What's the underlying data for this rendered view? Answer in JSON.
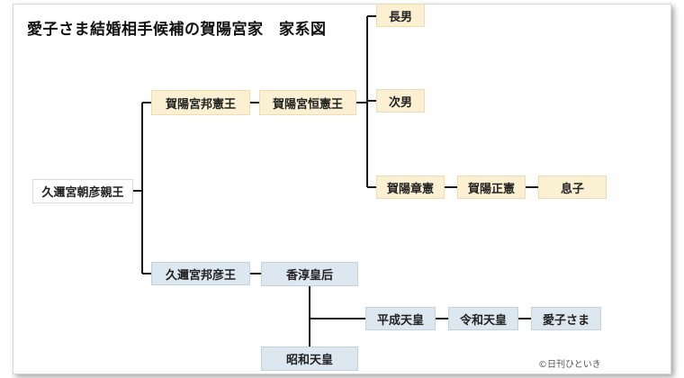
{
  "title": "愛子さま結婚相手候補の賀陽宮家　家系図",
  "nodes": {
    "kuninomiya_asahiko": "久邇宮朝彦親王",
    "kaya_kuninori": "賀陽宮邦憲王",
    "kaya_tsunenori": "賀陽宮恒憲王",
    "chonan": "長男",
    "jinan": "次男",
    "kaya_akinori": "賀陽章憲",
    "kaya_masanori": "賀陽正憲",
    "musuko": "息子",
    "kuninomiya_kunihiko": "久邇宮邦彦王",
    "kojun_kogo": "香淳皇后",
    "heisei_tenno": "平成天皇",
    "reiwa_tenno": "令和天皇",
    "aiko_sama": "愛子さま",
    "showa_tenno": "昭和天皇"
  },
  "credit": "©日刊ひといき",
  "colors": {
    "yellow_box": "#fbf0d2",
    "blue_box": "#dde7f0",
    "line": "#1a1a1a"
  }
}
